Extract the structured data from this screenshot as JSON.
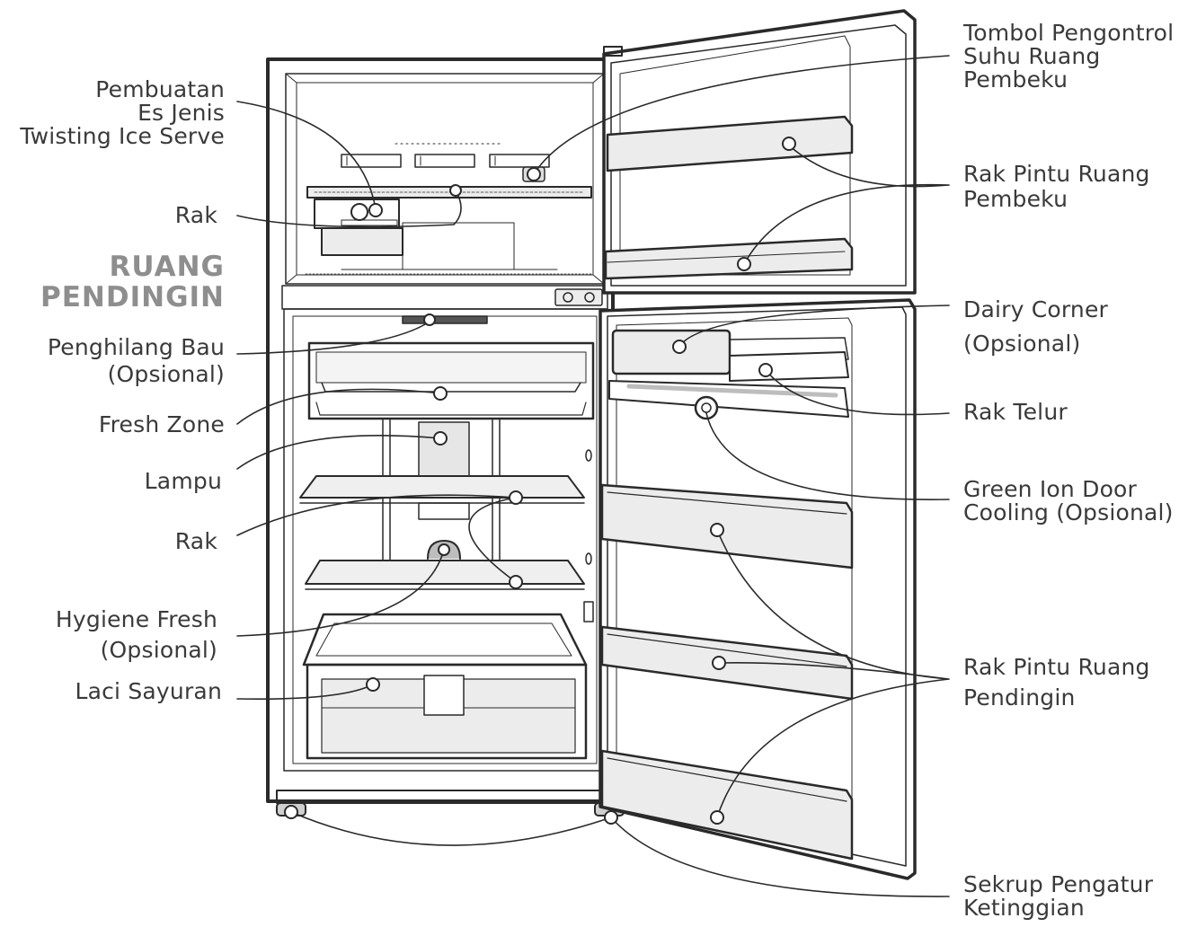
{
  "heading": "RUANG\nPENDINGIN",
  "labels": {
    "ice_maker": "Pembuatan\nEs Jenis\nTwisting Ice Serve",
    "freezer_shelf": "Rak",
    "deodorizer": "Penghilang Bau\n(Opsional)",
    "fresh_zone": "Fresh Zone",
    "lamp": "Lampu",
    "fridge_shelf": "Rak",
    "hygiene_fresh": "Hygiene Fresh\n(Opsional)",
    "vegetable_drawer": "Laci Sayuran",
    "freezer_temp_control": "Tombol Pengontrol\nSuhu Ruang\nPembeku",
    "freezer_door_shelf": "Rak Pintu Ruang\nPembeku",
    "dairy_corner": "Dairy Corner\n(Opsional)",
    "egg_tray": "Rak Telur",
    "green_ion": "Green Ion Door\nCooling (Opsional)",
    "fridge_door_shelf": "Rak Pintu Ruang\nPendingin",
    "leveling_screw": "Sekrup Pengatur\nKetinggian"
  },
  "colors": {
    "line": "#2a2a2a",
    "text": "#3a3a3a",
    "heading": "#8e8e8e",
    "fill": "#ececec"
  }
}
